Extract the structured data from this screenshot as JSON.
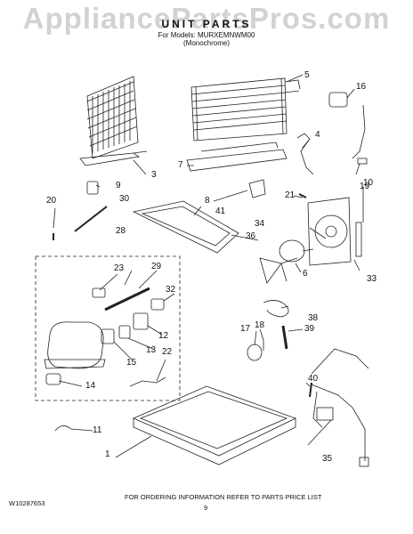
{
  "watermark": "AppliancePartsPros.com",
  "header": {
    "title": "UNIT PARTS",
    "models_line": "For Models: MURXEMNWM00",
    "variant": "(Monochrome)"
  },
  "footer": {
    "ordering_note": "FOR ORDERING INFORMATION REFER TO PARTS PRICE LIST",
    "page_number": "9",
    "doc_number": "W10287653"
  },
  "callouts": [
    "1",
    "3",
    "4",
    "5",
    "6",
    "7",
    "8",
    "9",
    "10",
    "11",
    "12",
    "13",
    "14",
    "15",
    "16",
    "17",
    "18",
    "19",
    "20",
    "21",
    "22",
    "23",
    "28",
    "29",
    "30",
    "32",
    "33",
    "34",
    "35",
    "36",
    "38",
    "39",
    "40",
    "41"
  ]
}
